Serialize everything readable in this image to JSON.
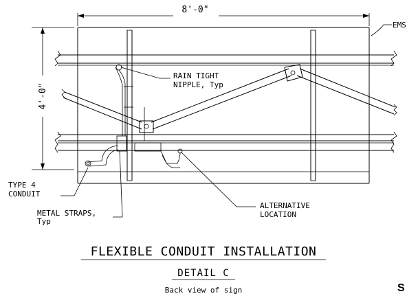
{
  "dimensions": {
    "width_label": "8'-0\"",
    "height_label": "4'-0\""
  },
  "callouts": {
    "ems_partial": "EMS",
    "rain_tight_line1": "RAIN TIGHT",
    "rain_tight_line2": "NIPPLE, Typ",
    "type4_line1": "TYPE 4",
    "type4_line2": "CONDUIT",
    "metal_straps_line1": "METAL STRAPS,",
    "metal_straps_line2": "Typ",
    "alternative_line1": "ALTERNATIVE",
    "alternative_line2": "LOCATION"
  },
  "titles": {
    "main": "FLEXIBLE CONDUIT INSTALLATION",
    "detail": "DETAIL C",
    "subtitle": "Back view of sign"
  },
  "sheet_mark": "S"
}
